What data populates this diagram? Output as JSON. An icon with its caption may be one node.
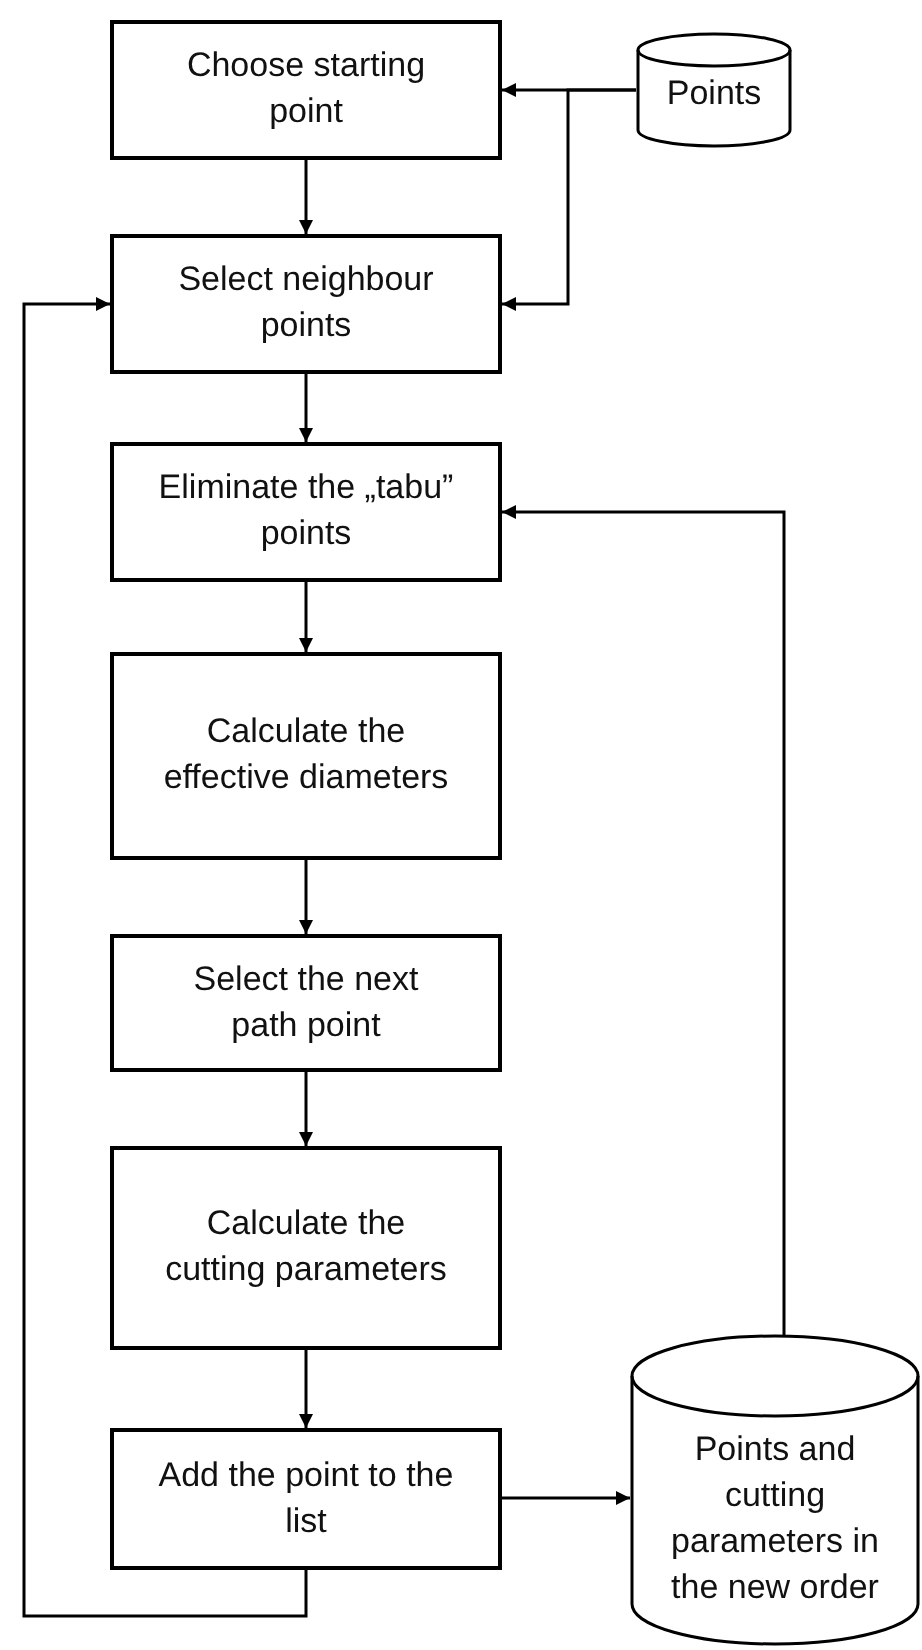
{
  "diagram": {
    "nodes": [
      {
        "text": [
          "Choose starting point"
        ]
      },
      {
        "text": [
          "Points"
        ]
      },
      {
        "text": [
          "Select neighbour points"
        ]
      },
      {
        "text": [
          "Eliminate the „tabu” points"
        ]
      },
      {
        "text": [
          "Calculate the effective diameters"
        ]
      },
      {
        "text": [
          "Select the next path point"
        ]
      },
      {
        "text": [
          "Calculate the cutting parameters"
        ]
      },
      {
        "text": [
          "Add the point to the list"
        ]
      },
      {
        "text": [
          "Points and cutting parameters in the new order"
        ]
      }
    ],
    "edges": [
      {
        "from": 1,
        "to": 0,
        "arrow": "to"
      },
      {
        "from": 0,
        "to": 2,
        "arrow": "to"
      },
      {
        "from": 1,
        "to": 2,
        "arrow": "to"
      },
      {
        "from": 2,
        "to": 3,
        "arrow": "to"
      },
      {
        "from": 3,
        "to": 4,
        "arrow": "to"
      },
      {
        "from": 4,
        "to": 5,
        "arrow": "to"
      },
      {
        "from": 5,
        "to": 6,
        "arrow": "to"
      },
      {
        "from": 6,
        "to": 7,
        "arrow": "to"
      },
      {
        "from": 7,
        "to": 8,
        "arrow": "to"
      },
      {
        "from": 7,
        "to": 2,
        "arrow": "to"
      },
      {
        "from": 8,
        "to": 3,
        "arrow": "to"
      }
    ]
  }
}
